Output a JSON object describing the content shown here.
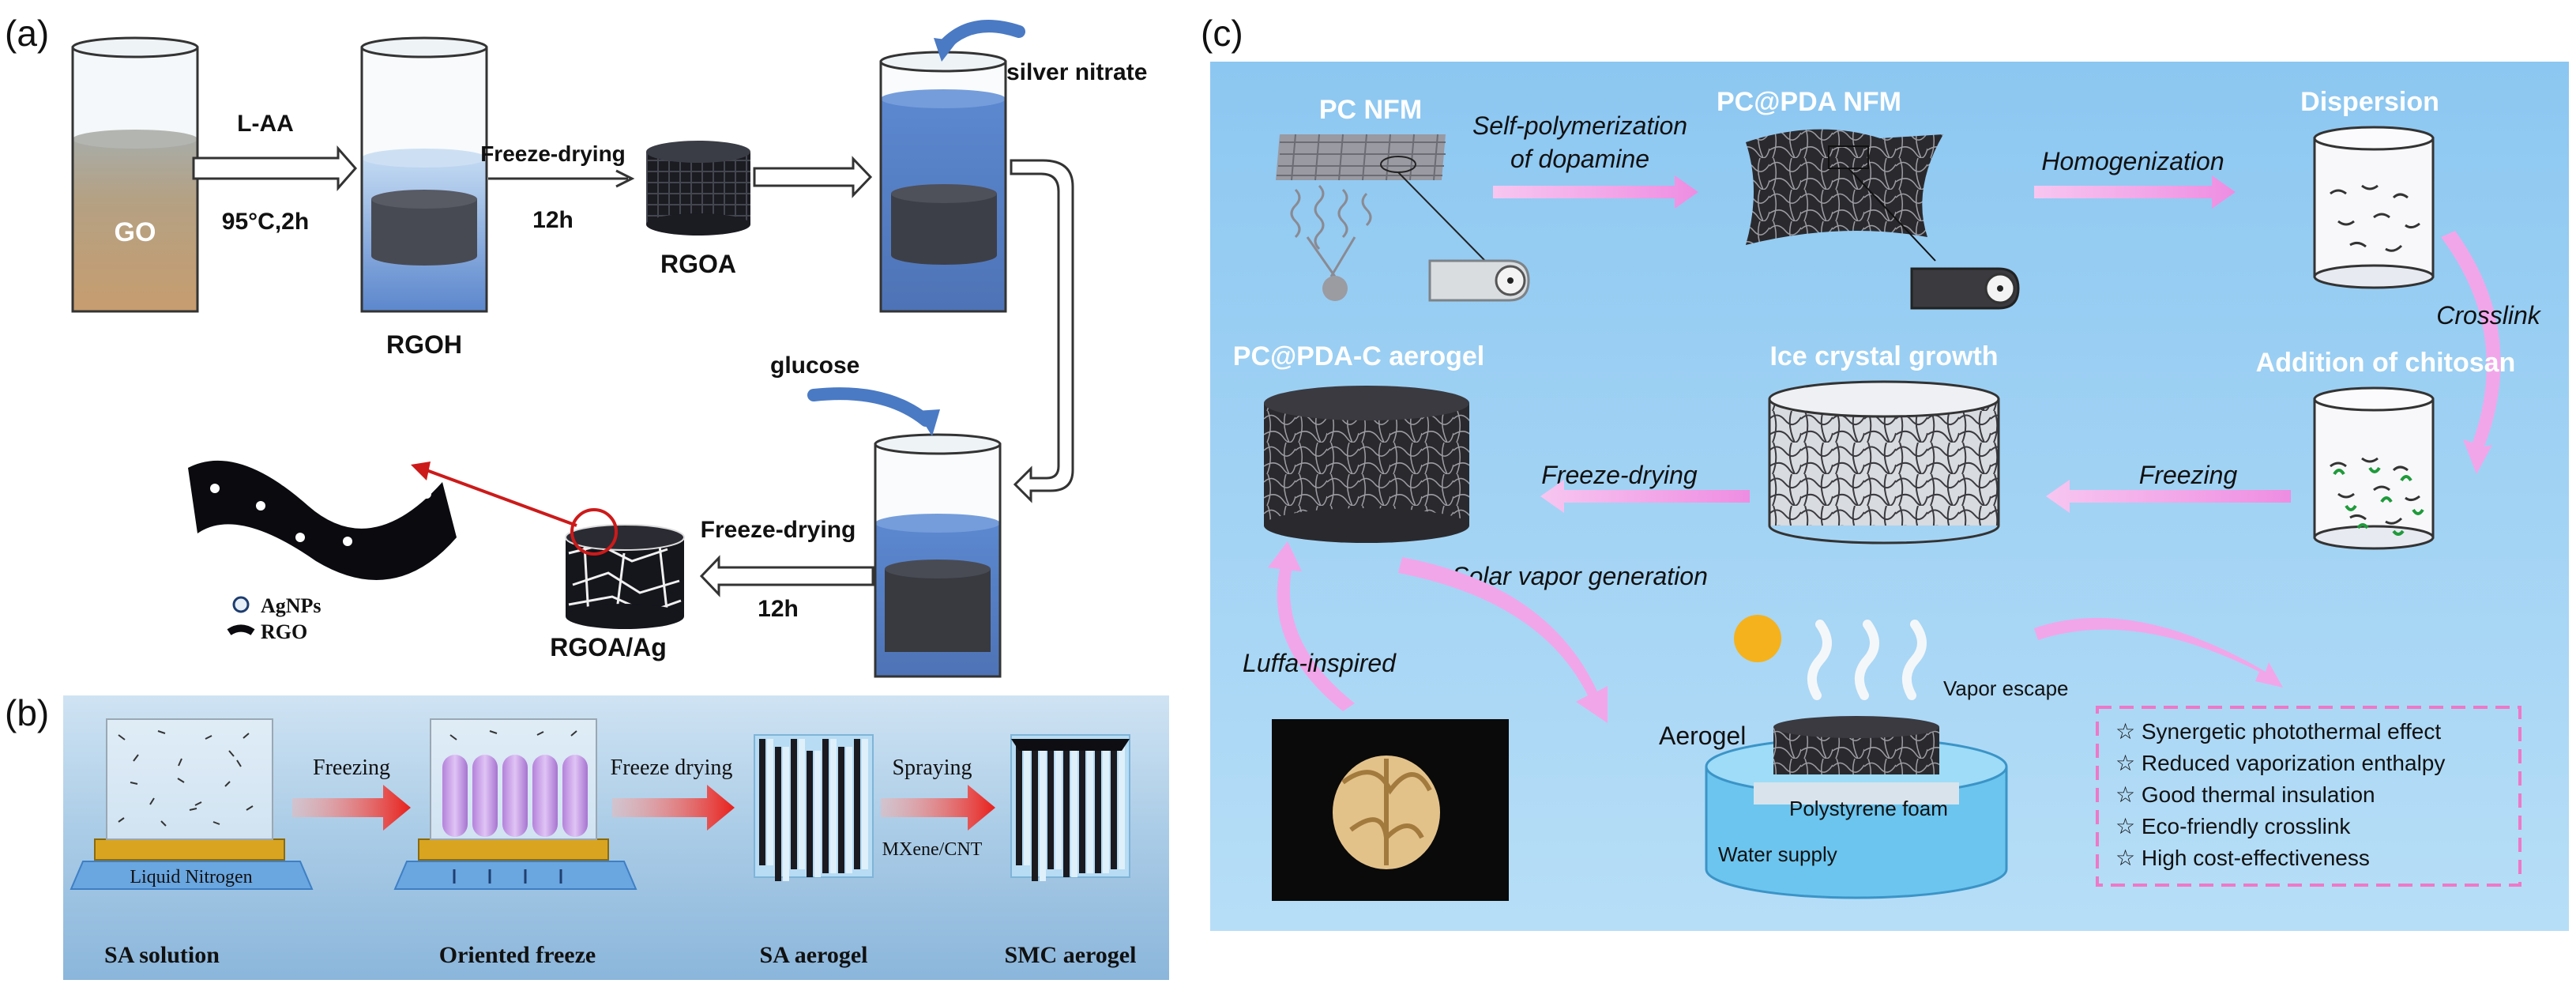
{
  "panel_a": {
    "label": "(a)",
    "go": "GO",
    "step1_top": "L-AA",
    "step1_bottom": "95°C,2h",
    "rgoh": "RGOH",
    "step2_top": "Freeze-drying",
    "step2_bottom": "12h",
    "rgoa": "RGOA",
    "silver": "silver nitrate",
    "glucose": "glucose",
    "step3_top": "Freeze-drying",
    "step3_bottom": "12h",
    "rgoa_ag": "RGOA/Ag",
    "legend_agnps": "AgNPs",
    "legend_rgo": "RGO",
    "colors": {
      "go_brown": "#b8732a",
      "blue": "#2d5fae",
      "dark": "#15151e",
      "arrow_red": "#cc1a1a"
    }
  },
  "panel_b": {
    "label": "(b)",
    "arrow1": "Freezing",
    "arrow2": "Freeze drying",
    "arrow3": "Spraying",
    "arrow3_sub": "MXene/CNT",
    "liquid_nitrogen": "Liquid Nitrogen",
    "captions": [
      "SA solution",
      "Oriented freeze",
      "SA aerogel",
      "SMC aerogel"
    ],
    "colors": {
      "bg": "#a9cbe6",
      "arrow": "#e8201c",
      "column": "#c79ae6",
      "plate": "#d9a520"
    }
  },
  "panel_c": {
    "label": "(c)",
    "pc_nfm": "PC NFM",
    "self_poly_1": "Self-polymerization",
    "self_poly_2": "of dopamine",
    "pc_pda_nfm": "PC@PDA NFM",
    "homogenization": "Homogenization",
    "dispersion": "Dispersion",
    "crosslink": "Crosslink",
    "addition": "Addition of chitosan",
    "freezing": "Freezing",
    "ice_crystal": "Ice crystal growth",
    "freeze_drying": "Freeze-drying",
    "aerogel_title": "PC@PDA-C aerogel",
    "solar": "Solar vapor generation",
    "luffa": "Luffa-inspired",
    "vapor_escape": "Vapor escape",
    "aerogel": "Aerogel",
    "foam": "Polystyrene foam",
    "water": "Water supply",
    "features": [
      "☆  Synergetic photothermal effect",
      "☆  Reduced vaporization enthalpy",
      "☆  Good thermal insulation",
      "☆  Eco-friendly crosslink",
      "☆  High cost-effectiveness"
    ],
    "colors": {
      "bg": "#99cdf2",
      "arrow_pink": "#f2a6ea",
      "box_border": "#ef78c8"
    }
  }
}
